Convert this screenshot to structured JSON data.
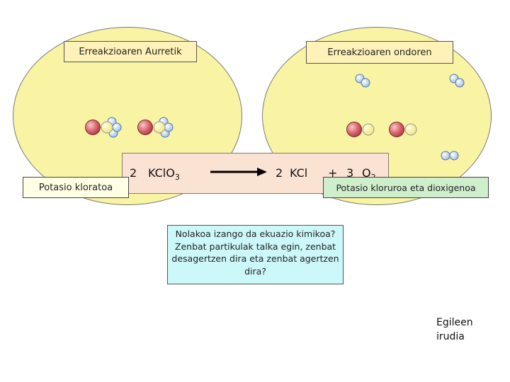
{
  "before": {
    "title": "Erreakzioaren Aurretik",
    "caption": "Potasio kloratoa"
  },
  "after": {
    "title": "Erreakzioaren ondoren",
    "caption": "Potasio kloruroa eta dioxigenoa"
  },
  "equation": {
    "reactant_coef": "2",
    "reactant_formula": "KClO",
    "reactant_sub": "3",
    "product1_coef": "2",
    "product1_formula": "KCl",
    "plus": "+",
    "product2_coef": "3",
    "product2_formula": "O",
    "product2_sub": "2"
  },
  "question": {
    "text": "Nolakoa izango da ekuazio kimikoa? Zenbat partikulak talka egin, zenbat desagertzen dira eta zenbat agertzen dira?"
  },
  "credit": {
    "line1": "Egileen",
    "line2": "irudia"
  },
  "colors": {
    "potassium": "#d9626a",
    "chlorine": "#f3f08a",
    "oxygen": "#bcd6ee",
    "vessel": "#f8f4a4",
    "equation_bg": "#fbe3d4",
    "question_bg": "#ccf8fa"
  }
}
